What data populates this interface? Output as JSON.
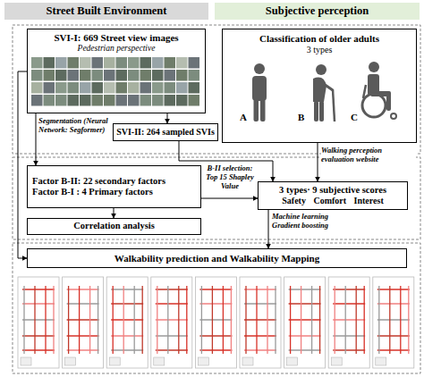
{
  "diagram": {
    "nodes": [
      {
        "text": [
          "Street Built Environment"
        ]
      },
      {
        "text": [
          "Subjective perception"
        ]
      },
      {
        "text": [
          "SVI-I: 669 Street view images",
          "Pedestrian perspective"
        ]
      },
      {
        "text": [
          "Classification of older adults",
          "3 types"
        ]
      },
      {
        "text": [
          "SVI-II: 264 sampled SVIs"
        ]
      },
      {
        "text": [
          "Factor B-II: 22 secondary factors",
          "Factor B-I : 4 Primary factors"
        ]
      },
      {
        "text": [
          "3 types· 9 subjective scores",
          "Safety Comfort Interest"
        ]
      },
      {
        "text": [
          "Correlation analysis"
        ]
      },
      {
        "text": [
          "Walkability prediction and Walkability Mapping"
        ]
      }
    ],
    "edges": [
      {
        "from": 2,
        "to": 4,
        "arrow": "to"
      },
      {
        "from": 2,
        "to": 5,
        "label": "Segmentation (Neural Network: Segformer)",
        "arrow": "to"
      },
      {
        "from": 3,
        "to": 6,
        "label": "Walking perception evaluation website",
        "arrow": "to"
      },
      {
        "from": 4,
        "to": 6,
        "arrow": "to"
      },
      {
        "from": 5,
        "to": 6,
        "label": "B-II selection: Top 15 Shapley Value",
        "arrow": "to"
      },
      {
        "from": 5,
        "to": 7,
        "arrow": "to"
      },
      {
        "from": 6,
        "to": 8,
        "label": "Machine learning Gradient boosting",
        "arrow": "to"
      },
      {
        "from": 2,
        "to": 8,
        "arrow": "to"
      }
    ],
    "labels": [
      "A",
      "B",
      "C"
    ]
  }
}
